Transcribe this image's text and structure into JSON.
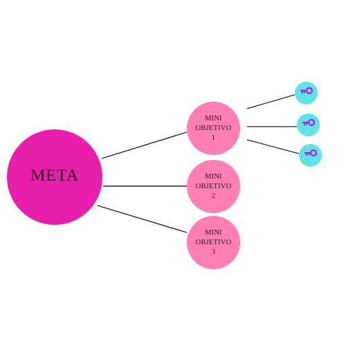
{
  "diagram": {
    "meta": {
      "label": "META",
      "color": "#e91eac"
    },
    "mini_objetivos": [
      {
        "line1": "MINI",
        "line2": "OBJETIVO",
        "line3": "1"
      },
      {
        "line1": "MINI",
        "line2": "OBJETIVO",
        "line3": "2"
      },
      {
        "line1": "MINI",
        "line2": "OBJETIVO",
        "line3": "3"
      }
    ],
    "mini_color": "#ff7eb3",
    "key_nodes": [
      {
        "icon": "key-icon"
      },
      {
        "icon": "key-icon"
      },
      {
        "icon": "key-icon"
      }
    ],
    "key_node_color": "#5ee3e8",
    "key_icon_color": "#b21fd6",
    "connector_color": "#222222"
  }
}
